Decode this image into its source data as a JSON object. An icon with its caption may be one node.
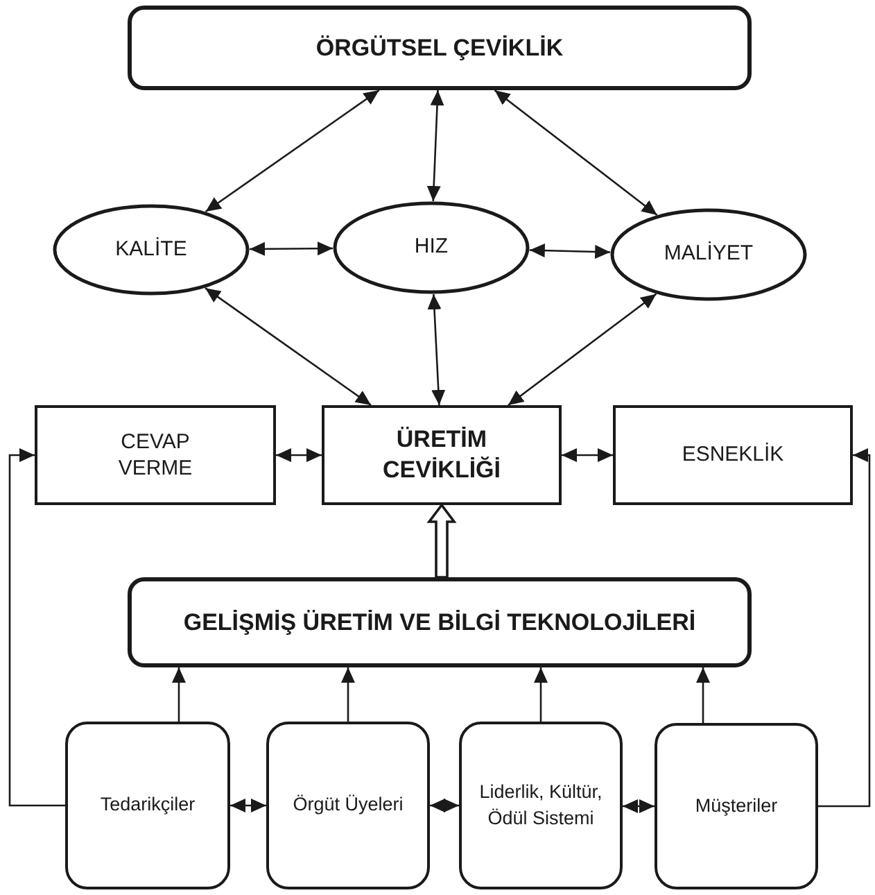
{
  "diagram": {
    "nodes": [
      {
        "text": [
          "ÖRGÜTSEL ÇEVİKLİK"
        ]
      },
      {
        "text": [
          "KALİTE"
        ]
      },
      {
        "text": [
          "HIZ"
        ]
      },
      {
        "text": [
          "MALİYET"
        ]
      },
      {
        "text": [
          "CEVAP VERME"
        ]
      },
      {
        "text": [
          "ÜRETİM CEVİKLİĞİ"
        ]
      },
      {
        "text": [
          "ESNEKLİK"
        ]
      },
      {
        "text": [
          "GELİŞMİŞ ÜRETİM VE BİLGİ TEKNOLOJİLERİ"
        ]
      },
      {
        "text": [
          "Tedarikçiler"
        ]
      },
      {
        "text": [
          "Örgüt Üyeleri"
        ]
      },
      {
        "text": [
          "Liderlik, Kültür, Ödül Sistemi"
        ]
      },
      {
        "text": [
          "Müşteriler"
        ]
      }
    ],
    "edges": [
      {
        "from": 0,
        "to": 1,
        "arrow": "both"
      },
      {
        "from": 0,
        "to": 2,
        "arrow": "both"
      },
      {
        "from": 0,
        "to": 3,
        "arrow": "both"
      },
      {
        "from": 1,
        "to": 2,
        "arrow": "both"
      },
      {
        "from": 2,
        "to": 3,
        "arrow": "both"
      },
      {
        "from": 1,
        "to": 5,
        "arrow": "both"
      },
      {
        "from": 2,
        "to": 5,
        "arrow": "both"
      },
      {
        "from": 3,
        "to": 5,
        "arrow": "both"
      },
      {
        "from": 4,
        "to": 5,
        "arrow": "both"
      },
      {
        "from": 5,
        "to": 6,
        "arrow": "both"
      },
      {
        "from": 7,
        "to": 5,
        "arrow": "to",
        "style": "thick"
      },
      {
        "from": 8,
        "to": 7,
        "arrow": "to"
      },
      {
        "from": 9,
        "to": 7,
        "arrow": "to"
      },
      {
        "from": 10,
        "to": 7,
        "arrow": "to"
      },
      {
        "from": 11,
        "to": 7,
        "arrow": "to"
      },
      {
        "from": 8,
        "to": 9,
        "arrow": "both"
      },
      {
        "from": 9,
        "to": 10,
        "arrow": "both"
      },
      {
        "from": 10,
        "to": 11,
        "arrow": "both"
      },
      {
        "from": 8,
        "to": 4,
        "arrow": "to"
      },
      {
        "from": 11,
        "to": 6,
        "arrow": "to"
      }
    ]
  }
}
